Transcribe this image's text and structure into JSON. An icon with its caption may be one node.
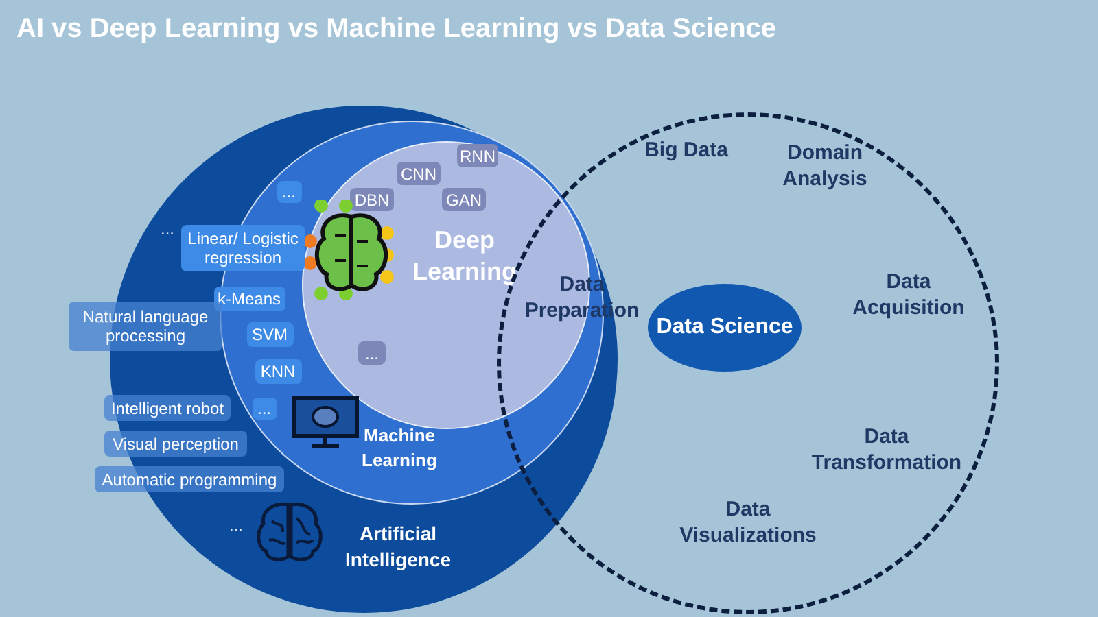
{
  "diagram": {
    "title": "AI vs Deep Learning vs Machine Learning vs Data Science",
    "nodes": [
      {
        "text": [
          "Artificial Intelligence"
        ]
      },
      {
        "text": [
          "Machine Learning"
        ],
        "in": 0
      },
      {
        "text": [
          "Deep Learning"
        ],
        "in": 1
      },
      {
        "text": [
          "RNN"
        ],
        "in": 2
      },
      {
        "text": [
          "CNN"
        ],
        "in": 2
      },
      {
        "text": [
          "DBN"
        ],
        "in": 2
      },
      {
        "text": [
          "GAN"
        ],
        "in": 2
      },
      {
        "text": [
          "..."
        ],
        "in": 2
      },
      {
        "text": [
          "..."
        ],
        "in": 1
      },
      {
        "text": [
          "Linear/ Logistic regression"
        ],
        "in": 0
      },
      {
        "text": [
          "k-Means"
        ],
        "in": 1
      },
      {
        "text": [
          "SVM"
        ],
        "in": 1
      },
      {
        "text": [
          "KNN"
        ],
        "in": 1
      },
      {
        "text": [
          "..."
        ],
        "in": 1
      },
      {
        "text": [
          "Natural language processing"
        ]
      },
      {
        "text": [
          "Intelligent robot"
        ],
        "in": 0
      },
      {
        "text": [
          "Visual perception"
        ],
        "in": 0
      },
      {
        "text": [
          "Automatic programming"
        ]
      },
      {
        "text": [],
        "shape": "circle"
      },
      {
        "text": [
          "Data Science"
        ],
        "in": 18
      }
    ],
    "edges": [],
    "labels": [
      "Big Data",
      "Domain Analysis",
      "...",
      "Data Acquisition",
      "Data Preparation",
      "Data Transformation",
      "...",
      "Data Visualizations"
    ]
  }
}
